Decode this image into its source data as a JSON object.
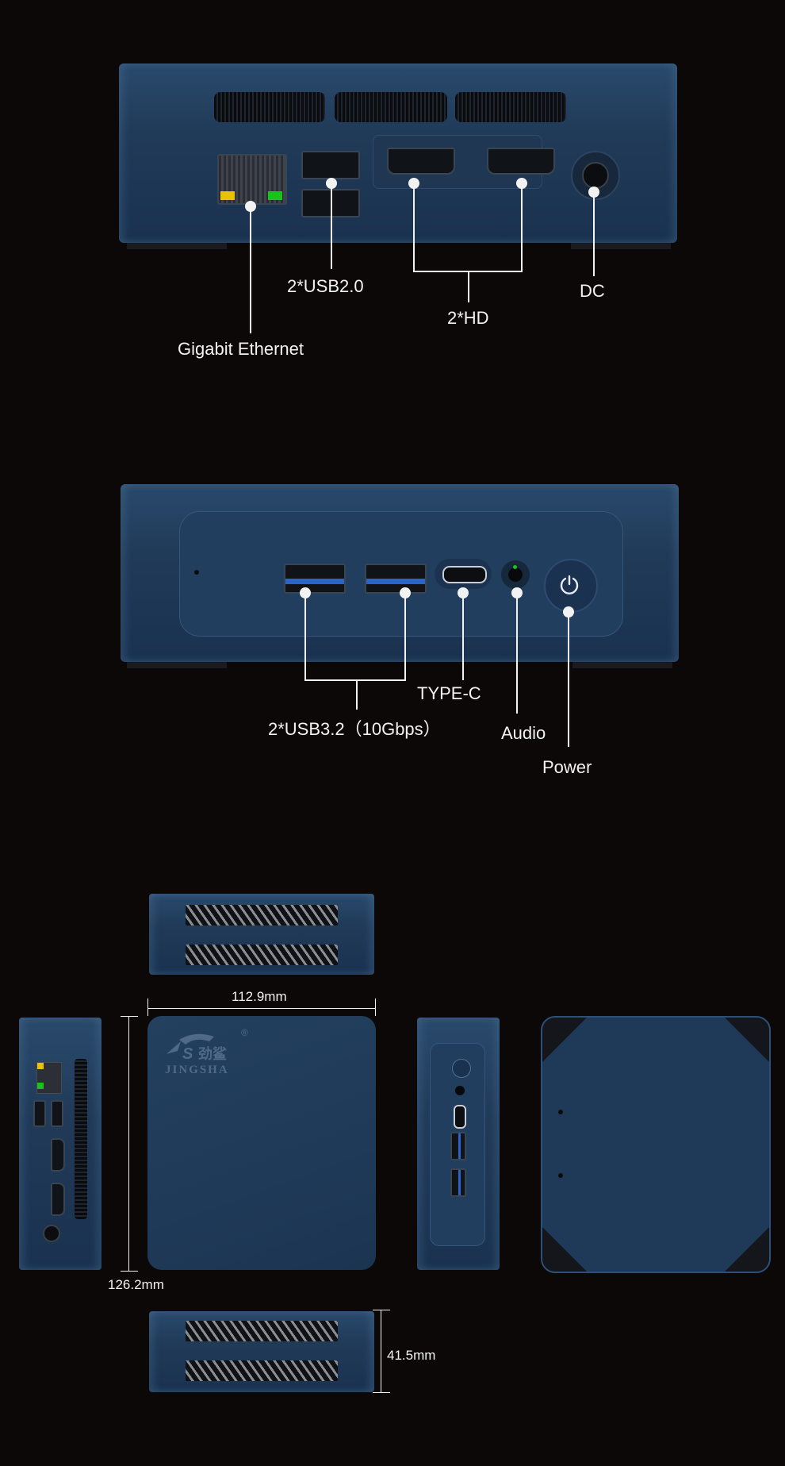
{
  "section_rear": {
    "labels": {
      "ethernet": "Gigabit Ethernet",
      "usb2": "2*USB2.0",
      "hd": "2*HD",
      "dc": "DC"
    }
  },
  "section_front": {
    "labels": {
      "usb32": "2*USB3.2（10Gbps）",
      "typec": "TYPE-C",
      "audio": "Audio",
      "power": "Power"
    }
  },
  "section_dimensions": {
    "width": "112.9mm",
    "depth": "126.2mm",
    "height": "41.5mm",
    "logo_text": "JINGSHA",
    "logo_mark": "®"
  },
  "colors": {
    "background": "#0c0807",
    "chassis": "#203a58",
    "callout": "#f2f2f2",
    "led_yellow": "#e8c400",
    "led_green": "#19c21c"
  }
}
